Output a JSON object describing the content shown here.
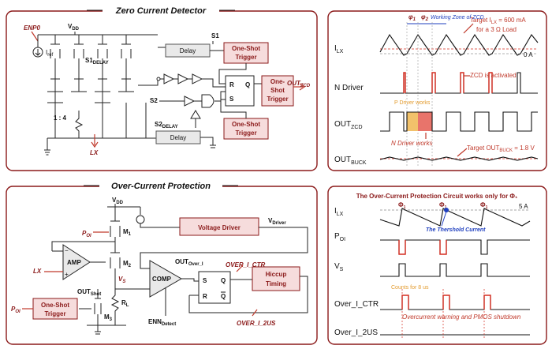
{
  "zcd": {
    "title": "Zero Current Detector",
    "enp0": "ENP0",
    "vdd": "V",
    "vdd_sub": "DD",
    "iref": "I",
    "iref_sub": "ref",
    "s1delay": "S1",
    "s1delay_sub": "DELAY",
    "ratio": "1 : 4",
    "lx": "LX",
    "s1": "S1",
    "s2": "S2",
    "s2delay": "S2",
    "s2delay_sub": "DELAY",
    "delay1": "Delay",
    "delay2": "Delay",
    "os1_l1": "One-Shot",
    "os1_l2": "Trigger",
    "os2_l1": "One-",
    "os2_l2": "Shot",
    "os2_l3": "Trigger",
    "os3_l1": "One-Shot",
    "os3_l2": "Trigger",
    "ff_r": "R",
    "ff_q": "Q",
    "ff_s": "S",
    "out": "OUT",
    "out_sub": "ZCD"
  },
  "ocp": {
    "title": "Over-Current Protection",
    "vdd": "V",
    "vdd_sub": "DD",
    "poi": "P",
    "poi_sub": "OI",
    "m1": "M",
    "m1_sub": "1",
    "m2": "M",
    "m2_sub": "2",
    "m3": "M",
    "m3_sub": "3",
    "amp": "AMP",
    "lx": "LX",
    "vs": "V",
    "vs_sub": "S",
    "rl": "R",
    "rl_sub": "L",
    "outshot": "OUT",
    "outshot_sub": "Shot",
    "os_l1": "One-Shot",
    "os_l2": "Trigger",
    "poi2": "P",
    "poi2_sub": "OI",
    "vdriver_box": "Voltage Driver",
    "vdriver": "V",
    "vdriver_sub": "Driver",
    "comp": "COMP",
    "outover": "OUT",
    "outover_sub": "Over_I",
    "ff_s": "S",
    "ff_q": "Q",
    "ff_r": "R",
    "ff_qb": "Q",
    "over_ctr": "OVER_I_CTR",
    "hiccup_l1": "Hiccup",
    "hiccup_l2": "Timing",
    "over_2us": "OVER_I_2US",
    "enn": "ENN",
    "enn_sub": "Detect"
  },
  "zcd_wave": {
    "ilx": "I",
    "ilx_sub": "LX",
    "phi1": "φ",
    "phi1_sub": "1",
    "phi2": "φ",
    "phi2_sub": "2",
    "working_zone": "Working Zone of ZCD",
    "target_i": "Target I",
    "target_i_sub": "LX",
    "target_i_val": " = 600 mA",
    "target_load": "for a 3 Ω Load",
    "zero": "0 A",
    "ndriver": "N Driver",
    "zcd_act": "ZCD is activated",
    "pdriver_works": "P Driver works",
    "outzcd": "OUT",
    "outzcd_sub": "ZCD",
    "ndriver_works": "N Driver works",
    "outbuck": "OUT",
    "outbuck_sub": "BUCK",
    "target_out": "Target OUT",
    "target_out_sub": "BUCK",
    "target_out_val": " = 1.8 V"
  },
  "ocp_wave": {
    "header": "The Over-Current Protection Circuit works only for Φ₁",
    "ilx": "I",
    "ilx_sub": "LX",
    "phi": "Φ",
    "phi_sub": "1",
    "five": "5 A",
    "threshold": "The Thershold Current",
    "poi": "P",
    "poi_sub": "OI",
    "vs": "V",
    "vs_sub": "S",
    "count": "Counts for 8 us",
    "ctr": "Over_I_CTR",
    "warn": "Overcurrent warning and PMOS shutdown",
    "us2": "Over_I_2US"
  },
  "colors": {
    "panel_border": "#8b1a1a",
    "block_fill": "#f6dcdc",
    "gray_fill": "#e9e9e9",
    "wave_red": "#d62d20",
    "annotation_blue": "#1f3fbf",
    "annotation_orange": "#e39b2e"
  }
}
